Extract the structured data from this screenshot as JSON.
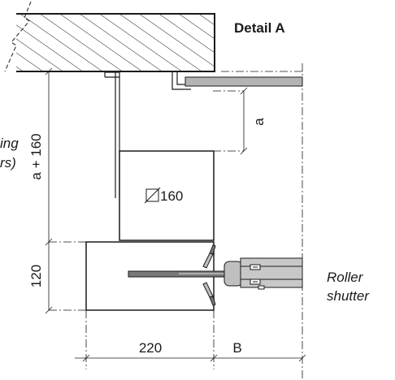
{
  "title": "Detail A",
  "left_label_partial": [
    "ing",
    "rs)"
  ],
  "labels": {
    "shutter": [
      "Roller",
      "shutter"
    ],
    "section_size": "160"
  },
  "dimensions": {
    "a": "a",
    "a_plus_160": "a + 160",
    "h120": "120",
    "w220": "220",
    "b": "B"
  },
  "colors": {
    "line": "#1a1a1a",
    "rail": "#b3b3b3",
    "rail_dark": "#7a7a7a",
    "hatch": "#1a1a1a"
  }
}
